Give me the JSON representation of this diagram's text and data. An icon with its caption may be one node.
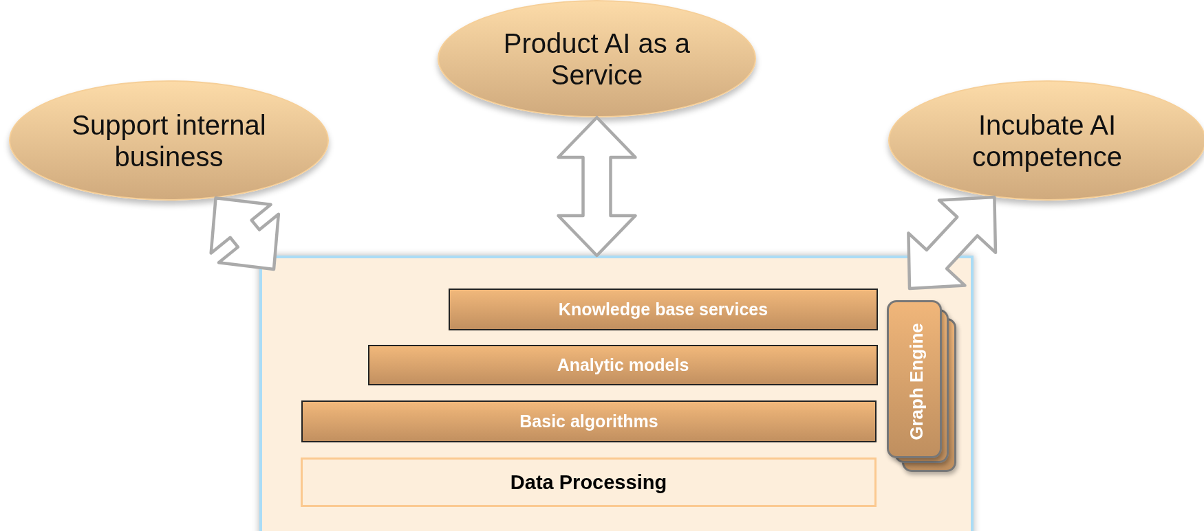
{
  "diagram": {
    "nodes": [
      {
        "text": [
          "Support internal business"
        ]
      },
      {
        "text": [
          "Product AI as a Service"
        ]
      },
      {
        "text": [
          "Incubate AI competence"
        ]
      },
      {
        "text": [],
        "shape": "box"
      },
      {
        "text": [
          "Knowledge base services"
        ],
        "in": 3
      },
      {
        "text": [
          "Analytic models"
        ],
        "in": 3
      },
      {
        "text": [
          "Basic algorithms"
        ],
        "in": 3
      },
      {
        "text": [
          "Data Processing"
        ],
        "in": 3
      },
      {
        "text": [
          "Graph Engine"
        ],
        "in": 3
      }
    ],
    "edges": [
      {
        "from": 0,
        "to": 3,
        "arrow": "both"
      },
      {
        "from": 1,
        "to": 3,
        "arrow": "both"
      },
      {
        "from": 2,
        "to": 3,
        "arrow": "both"
      }
    ]
  }
}
